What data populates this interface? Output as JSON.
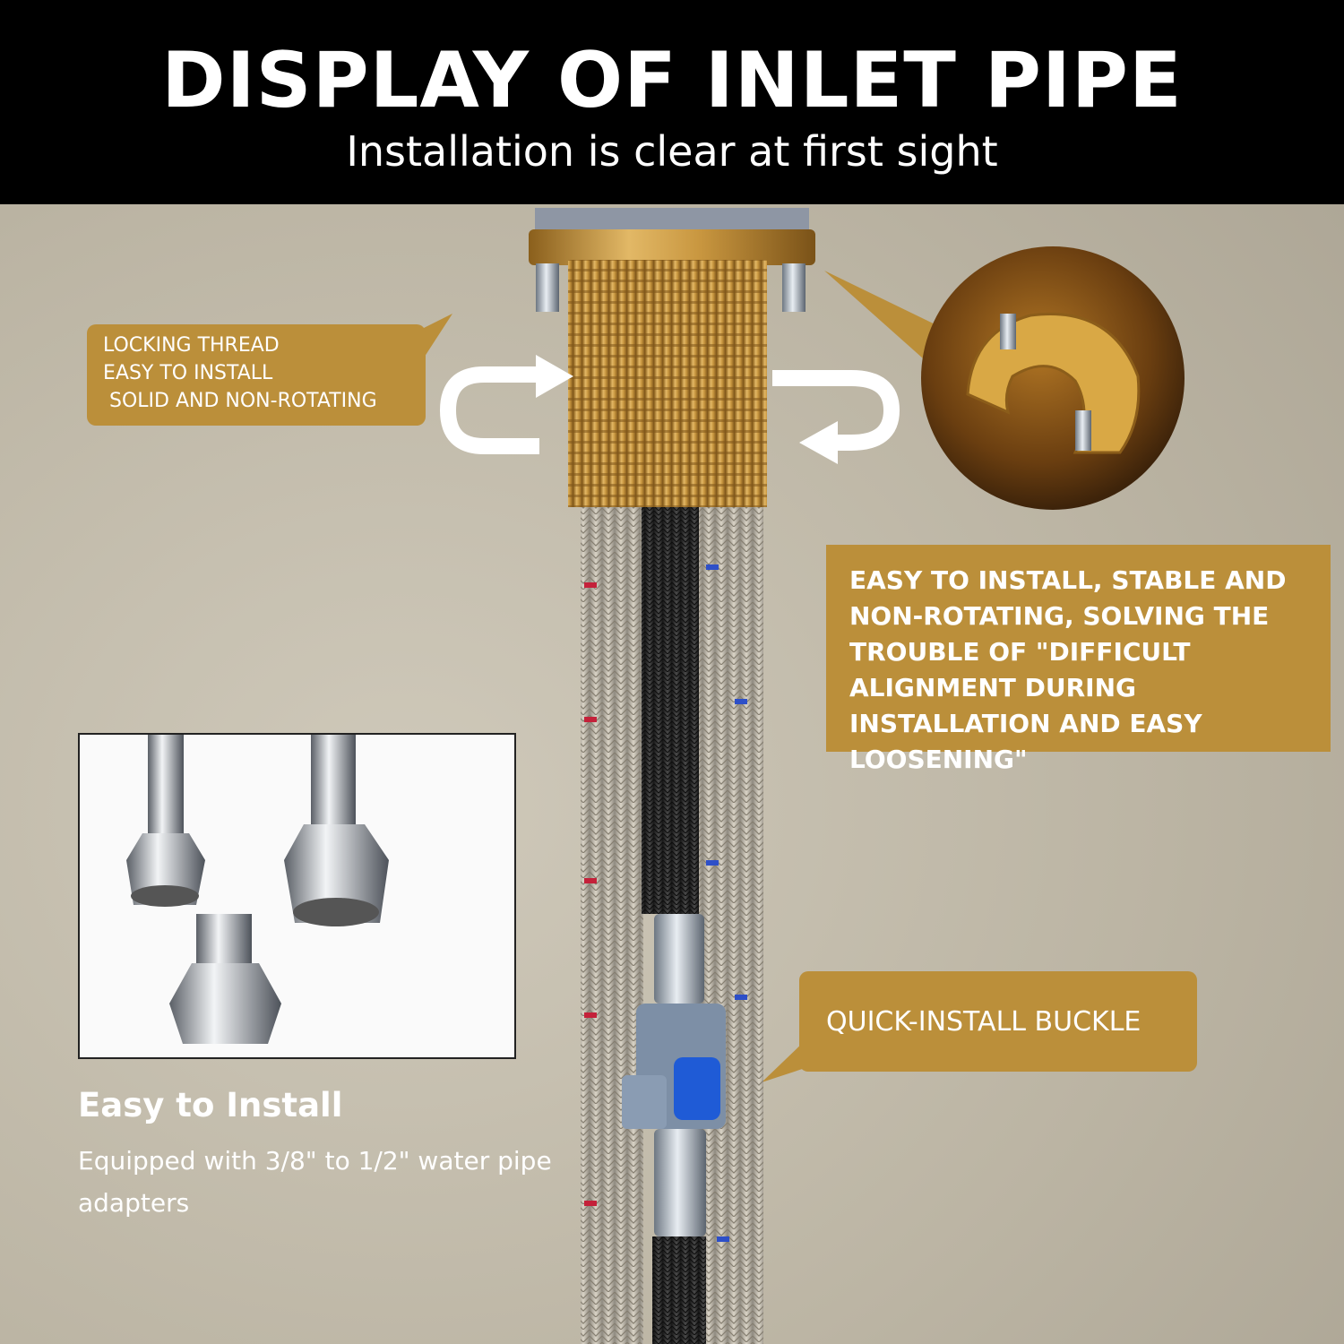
{
  "header": {
    "title": "DISPLAY OF INLET PIPE",
    "subtitle": "Installation is clear at first sight"
  },
  "callouts": {
    "locking": {
      "lines": [
        "LOCKING THREAD",
        "EASY TO INSTALL",
        " SOLID AND NON-ROTATING"
      ]
    },
    "stable": {
      "text": "EASY TO INSTALL, STABLE AND NON-ROTATING, SOLVING THE TROUBLE OF \"DIFFICULT ALIGNMENT DURING INSTALLATION AND EASY LOOSENING\""
    },
    "buckle": {
      "text": "QUICK-INSTALL BUCKLE"
    }
  },
  "feature": {
    "title": "Easy to Install",
    "description": "Equipped with 3/8\" to 1/2\" water pipe adapters"
  },
  "colors": {
    "header_bg": "#000000",
    "callout_gold": "#bb8f3a",
    "brass": "#c89a45",
    "wall": "#bdb7a8"
  }
}
